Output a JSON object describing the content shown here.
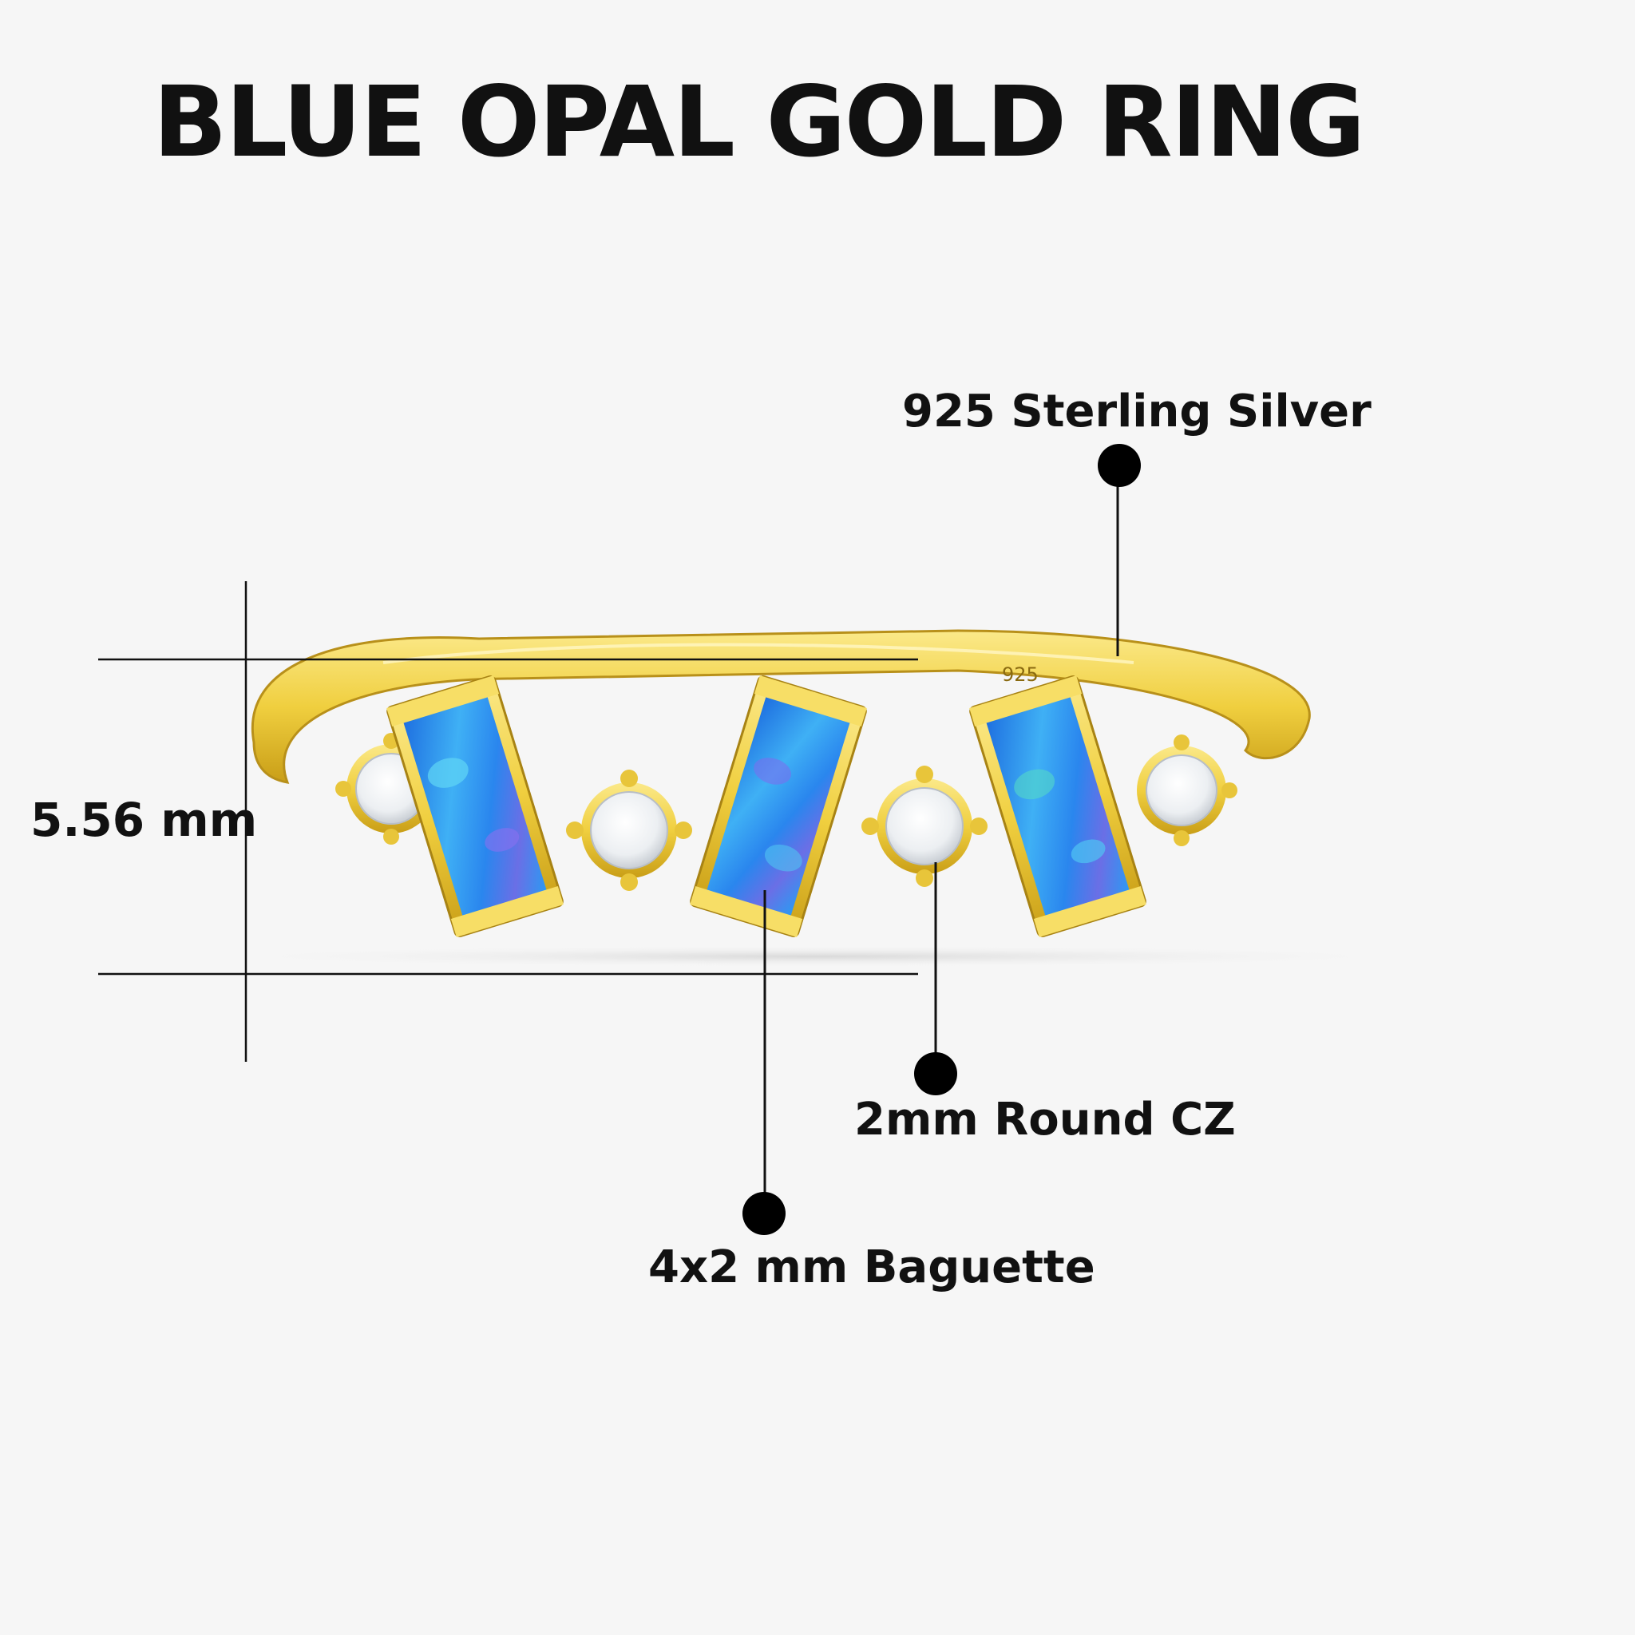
{
  "title": "BLUE OPAL GOLD RING",
  "callouts": {
    "metal": "925 Sterling Silver",
    "side_stone": "2mm Round CZ",
    "main_stone": "4x2 mm Baguette"
  },
  "dimension": {
    "height": "5.56 mm"
  },
  "engraving": "925",
  "colors": {
    "background": "#f6f6f6",
    "gold": "#f2d34a",
    "opal": "#2a8ff0",
    "cz": "#ffffff",
    "lines": "#111111"
  }
}
